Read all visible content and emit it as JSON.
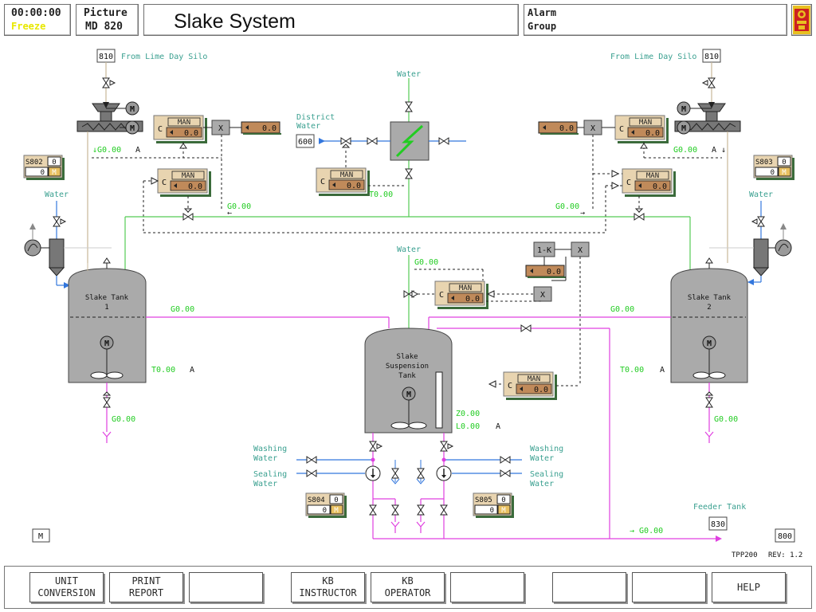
{
  "header": {
    "clock": "00:00:00",
    "freeze": "Freeze",
    "picture_line1": "Picture",
    "picture_line2": "MD 820",
    "title": "Slake System",
    "alarm_line1": "Alarm",
    "alarm_line2": "Group"
  },
  "labels": {
    "from_silo_left": "From Lime Day Silo",
    "from_silo_right": "From Lime Day Silo",
    "district_water_1": "District",
    "district_water_2": "Water",
    "water": "Water",
    "washing_1": "Washing",
    "washing_2": "Water",
    "sealing_1": "Sealing",
    "sealing_2": "Water",
    "feeder_tank": "Feeder Tank",
    "slake_tank_1_a": "Slake Tank",
    "slake_tank_1_b": "1",
    "slake_tank_2_a": "Slake Tank",
    "slake_tank_2_b": "2",
    "sst_a": "Slake",
    "sst_b": "Suspension",
    "sst_c": "Tank",
    "tpp": "TPP200",
    "rev": "REV: 1.2"
  },
  "refs": {
    "r810_left": "810",
    "r810_right": "810",
    "r600": "600",
    "r830": "830",
    "r800": "800",
    "m_box": "M"
  },
  "readings": {
    "g_left_top": "↓G0.00",
    "a_left_top": "A",
    "g_right_top": "G0.00",
    "a_right_top": "A ↓",
    "g_left_mid": "G0.00",
    "g_right_mid": "G0.00",
    "t_district": "T0.00",
    "g_sst_in": "G0.00",
    "g_tank1": "G0.00",
    "g_tank2": "G0.00",
    "t_tank1": "T0.00",
    "a_tank1": "A",
    "t_tank2": "T0.00",
    "a_tank2": "A",
    "g_tank1_out": "G0.00",
    "g_tank2_out": "G0.00",
    "z_sst": "Z0.00",
    "l_sst": "L0.00",
    "a_sst": "A",
    "g_feeder": "→ G0.00"
  },
  "controllers": {
    "mode": "MAN",
    "c": "C",
    "value": "0.0",
    "x": "X",
    "one_minus_k": "1-K"
  },
  "motor_boxes": [
    {
      "id": "S802",
      "n1": "0",
      "n2": "0",
      "m": "M"
    },
    {
      "id": "S803",
      "n1": "0",
      "n2": "0",
      "m": "M"
    },
    {
      "id": "S804",
      "n1": "0",
      "n2": "0",
      "m": "M"
    },
    {
      "id": "S805",
      "n1": "0",
      "n2": "0",
      "m": "M"
    }
  ],
  "motor_letter": "M",
  "buttons": [
    {
      "line1": "UNIT",
      "line2": "CONVERSION"
    },
    {
      "line1": "PRINT",
      "line2": "REPORT"
    },
    {
      "line1": "",
      "line2": ""
    },
    {
      "line1": "KB",
      "line2": "INSTRUCTOR"
    },
    {
      "line1": "KB",
      "line2": "OPERATOR"
    },
    {
      "line1": "",
      "line2": ""
    },
    {
      "line1": "",
      "line2": ""
    },
    {
      "line1": "",
      "line2": ""
    },
    {
      "line1": "HELP",
      "line2": ""
    }
  ],
  "colors": {
    "label_green": "#3aa090",
    "value_green": "#22cc22",
    "process_green": "#55cc55",
    "magenta": "#e040e0",
    "blue": "#3377dd",
    "tank_gray": "#aaaaaa",
    "controller_tan": "#e8d4b0",
    "controller_brown": "#c08a5a",
    "freeze_yellow": "#e8e800"
  }
}
